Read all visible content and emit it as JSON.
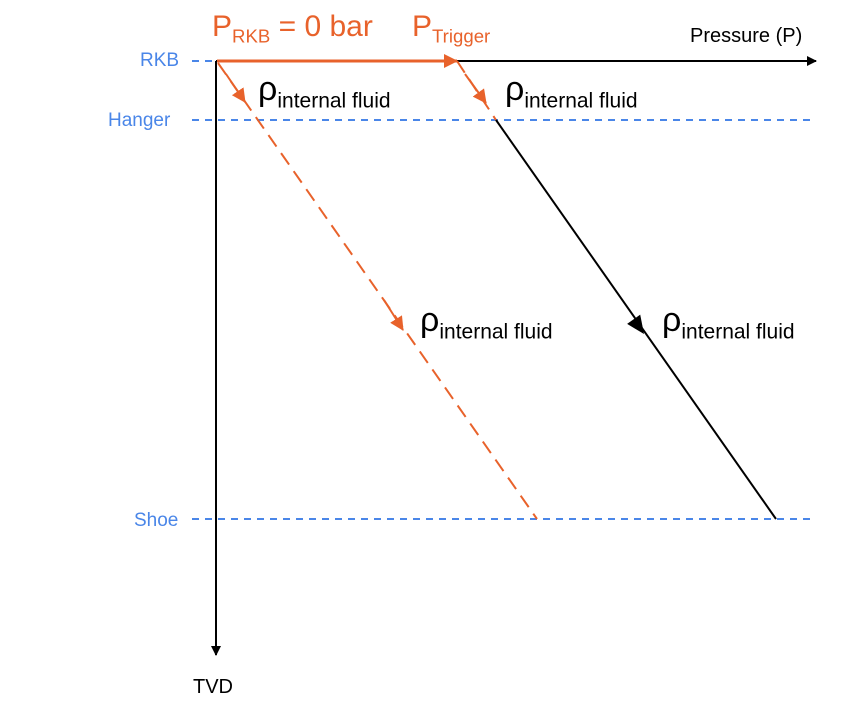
{
  "axes": {
    "x_label": "Pressure (P)",
    "y_label": "TVD"
  },
  "depth_levels": [
    {
      "label": "RKB"
    },
    {
      "label": "Hanger"
    },
    {
      "label": "Shoe"
    }
  ],
  "annotations": {
    "p_rkb_main": "P",
    "p_rkb_sub": "RKB",
    "p_rkb_value": " = 0 bar",
    "p_trigger_main": "P",
    "p_trigger_sub": "Trigger",
    "rho_symbol": "ρ",
    "rho_sub": "internal fluid"
  },
  "colors": {
    "depth_line": "#4a86e8",
    "orange": "#e8622b",
    "axis": "#000000"
  }
}
